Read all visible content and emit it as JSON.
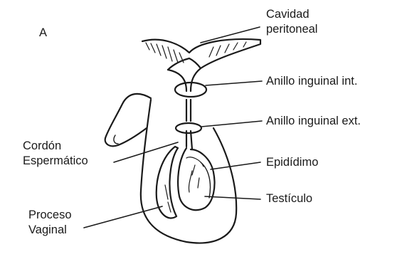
{
  "panel_letter": "A",
  "labels": {
    "cavidad": [
      "Cavidad",
      "peritoneal"
    ],
    "anillo_int": "Anillo inguinal int.",
    "anillo_ext": "Anillo inguinal ext.",
    "cordon": [
      "Cordón",
      "Espermático"
    ],
    "epididimo": "Epidídimo",
    "testiculo": "Testículo",
    "proceso": [
      "Proceso",
      "Vaginal"
    ]
  }
}
